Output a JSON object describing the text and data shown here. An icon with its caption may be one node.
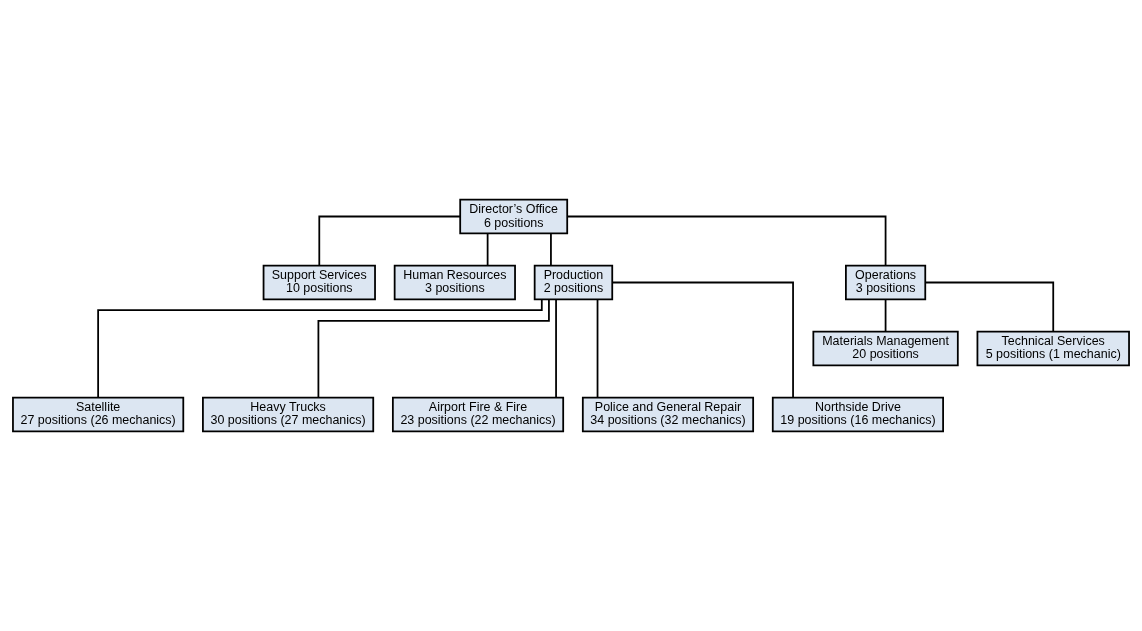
{
  "diagram": {
    "nodes": [
      {
        "text": [
          "Director’s Office",
          "6 positions"
        ]
      },
      {
        "text": [
          "Support Services",
          "10 positions"
        ]
      },
      {
        "text": [
          "Human Resources",
          "3 positions"
        ]
      },
      {
        "text": [
          "Production",
          "2 positions"
        ]
      },
      {
        "text": [
          "Operations",
          "3 positions"
        ]
      },
      {
        "text": [
          "Materials Management",
          "20 positions"
        ]
      },
      {
        "text": [
          "Technical Services",
          "5 positions (1 mechanic)"
        ]
      },
      {
        "text": [
          "Satellite",
          "27 positions (26 mechanics)"
        ]
      },
      {
        "text": [
          "Heavy Trucks",
          "30 positions (27 mechanics)"
        ]
      },
      {
        "text": [
          "Airport Fire & Fire",
          "23 positions (22 mechanics)"
        ]
      },
      {
        "text": [
          "Police and General Repair",
          "34 positions (32 mechanics)"
        ]
      },
      {
        "text": [
          "Northside Drive",
          "19 positions (16 mechanics)"
        ]
      }
    ],
    "edges": [
      {
        "from": 0,
        "to": 1,
        "arrow": "none"
      },
      {
        "from": 0,
        "to": 2,
        "arrow": "none"
      },
      {
        "from": 0,
        "to": 3,
        "arrow": "none"
      },
      {
        "from": 0,
        "to": 4,
        "arrow": "none"
      },
      {
        "from": 4,
        "to": 5,
        "arrow": "none"
      },
      {
        "from": 4,
        "to": 6,
        "arrow": "none"
      },
      {
        "from": 3,
        "to": 7,
        "arrow": "none"
      },
      {
        "from": 3,
        "to": 8,
        "arrow": "none"
      },
      {
        "from": 3,
        "to": 9,
        "arrow": "none"
      },
      {
        "from": 3,
        "to": 10,
        "arrow": "none"
      },
      {
        "from": 3,
        "to": 11,
        "arrow": "none"
      }
    ]
  }
}
